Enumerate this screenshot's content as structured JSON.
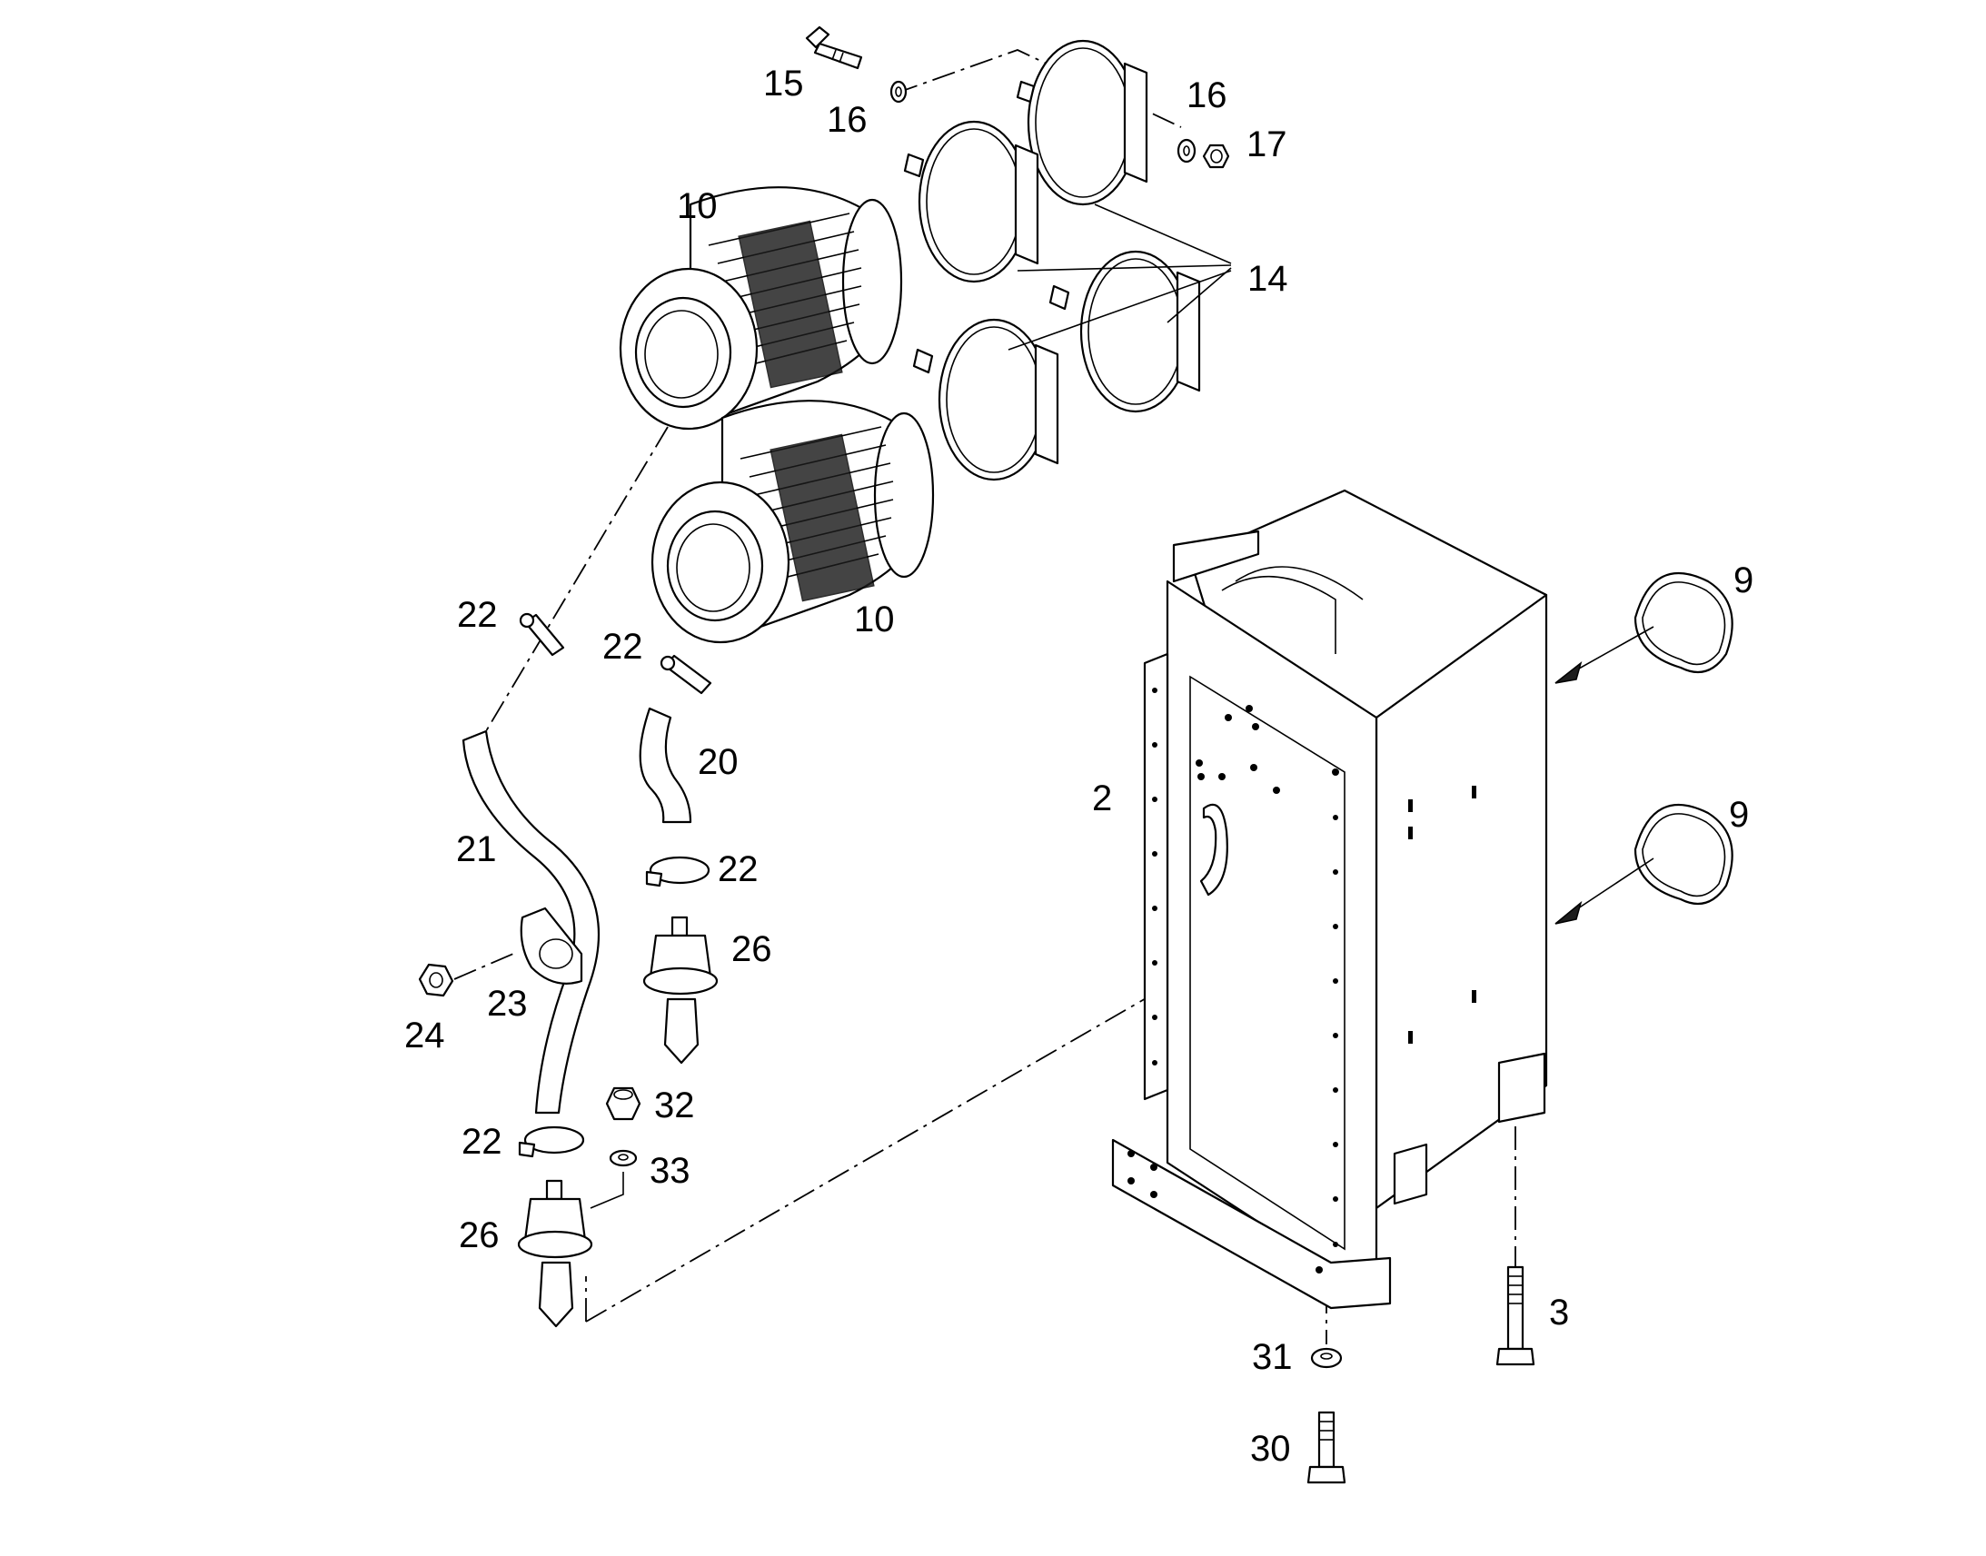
{
  "diagram": {
    "background": "#ffffff",
    "line_color": "#000000",
    "callouts": {
      "housing": "2",
      "bolt_housing": "3",
      "seal_upper": "9",
      "seal_lower": "9",
      "filter_upper": "10",
      "filter_lower": "10",
      "clamp_bands": "14",
      "bolt_top": "15",
      "washer_left": "16",
      "washer_right": "16",
      "nut_top": "17",
      "hose_short": "20",
      "hose_long": "21",
      "fitting_left": "22",
      "fitting_mid": "22",
      "clamp_upper": "22",
      "clamp_lower": "22",
      "bracket": "23",
      "nut_bracket": "24",
      "valve_upper": "26",
      "valve_lower": "26",
      "bolt_bottom": "30",
      "washer_bottom": "31",
      "nut_small": "32",
      "washer_small": "33"
    }
  }
}
